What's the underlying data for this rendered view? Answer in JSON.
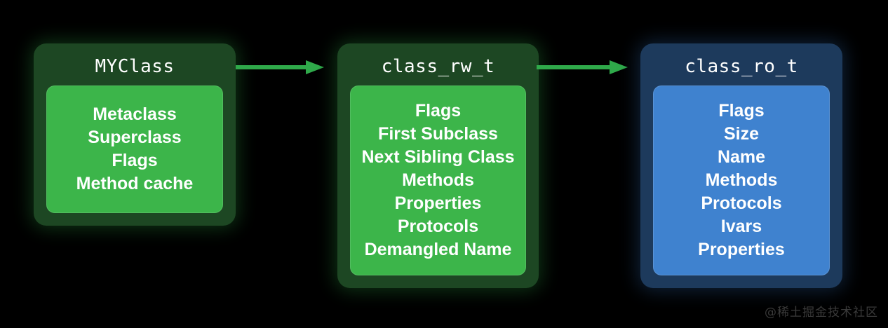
{
  "diagram": {
    "background_color": "#000000",
    "nodes": [
      {
        "id": "myclass",
        "title": "MYClass",
        "accent_outer": "#1d4723",
        "accent_inner": "#3cb54a",
        "fields": [
          "Metaclass",
          "Superclass",
          "Flags",
          "Method cache"
        ]
      },
      {
        "id": "class_rw_t",
        "title": "class_rw_t",
        "accent_outer": "#1d4723",
        "accent_inner": "#3cb54a",
        "fields": [
          "Flags",
          "First Subclass",
          "Next Sibling Class",
          "Methods",
          "Properties",
          "Protocols",
          "Demangled Name"
        ]
      },
      {
        "id": "class_ro_t",
        "title": "class_ro_t",
        "accent_outer": "#1d3a5c",
        "accent_inner": "#3f82cf",
        "fields": [
          "Flags",
          "Size",
          "Name",
          "Methods",
          "Protocols",
          "Ivars",
          "Properties"
        ]
      }
    ],
    "arrows": [
      {
        "id": "arrow-myclass-to-rw",
        "from": "myclass",
        "to": "class_rw_t",
        "color": "#2fa94a"
      },
      {
        "id": "arrow-rw-to-ro",
        "from": "class_rw_t",
        "to": "class_ro_t",
        "color": "#2fa94a"
      }
    ],
    "watermark": "@稀土掘金技术社区"
  }
}
